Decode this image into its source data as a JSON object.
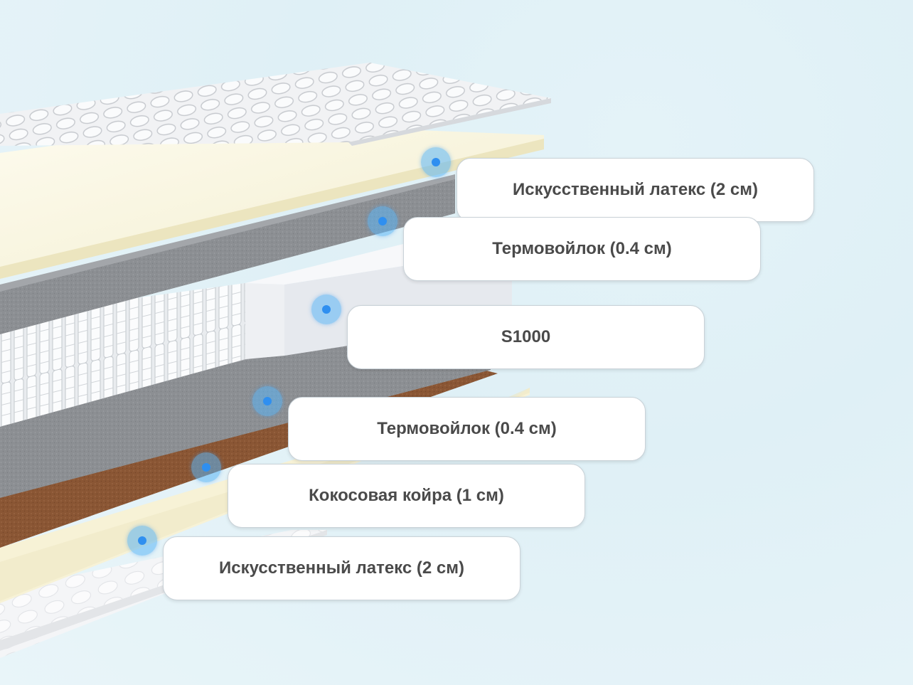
{
  "layers": [
    {
      "label": "Искусственный латекс (2 см)"
    },
    {
      "label": "Термовойлок (0.4 см)"
    },
    {
      "label": "S1000"
    },
    {
      "label": "Термовойлок (0.4 см)"
    },
    {
      "label": "Кокосовая койра (1 см)"
    },
    {
      "label": "Искусственный латекс (2 см)"
    }
  ],
  "colors": {
    "background": "#e4f3f8",
    "latex": "#fbf7e2",
    "felt": "#8a8d90",
    "springs": "#f4f6f8",
    "coconut": "#8a5634",
    "cover": "#f2f3f5",
    "marker": "#2f8ff0",
    "label_text": "#4a4a4a"
  }
}
